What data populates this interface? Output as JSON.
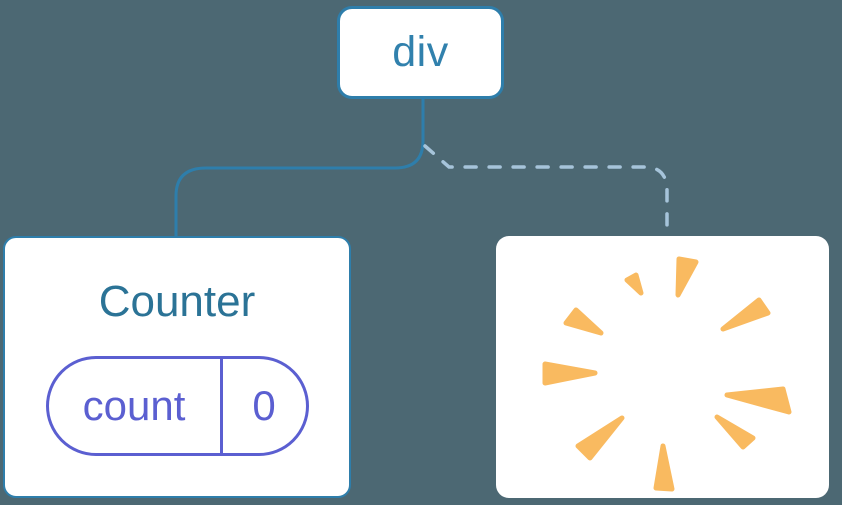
{
  "diagram": {
    "root": {
      "label": "div"
    },
    "counter": {
      "title": "Counter",
      "state": {
        "name": "count",
        "value": "0"
      },
      "connection": "solid"
    },
    "removed": {
      "icon": "starburst-icon",
      "connection": "dashed"
    }
  },
  "colors": {
    "background": "#4C6873",
    "node_border": "#2E7EAB",
    "root_label": "#3181AD",
    "title_text": "#2B7396",
    "state_accent": "#5B5FD1",
    "solid_link": "#2E7EAB",
    "dashed_link": "#A6C4DA",
    "burst": "#F9BA60",
    "card_bg": "#FFFFFF"
  }
}
